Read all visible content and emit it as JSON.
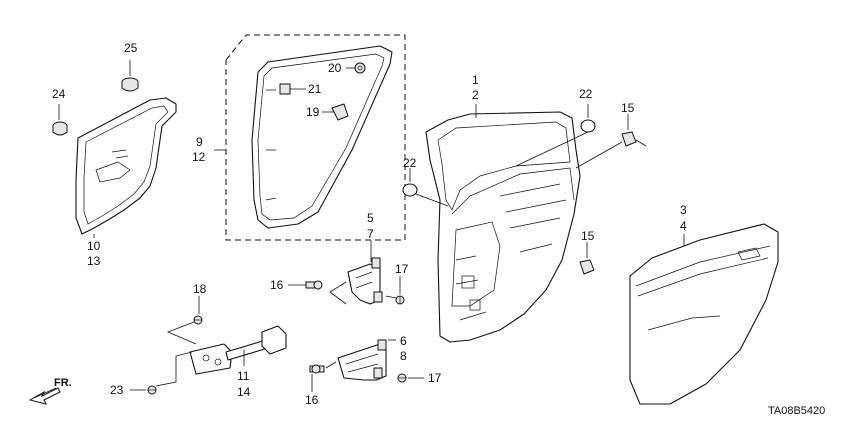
{
  "diagram_code": "TA08B5420",
  "direction_label": "FR.",
  "callouts": {
    "c1": "1",
    "c2": "2",
    "c3": "3",
    "c4": "4",
    "c5": "5",
    "c6": "6",
    "c7": "7",
    "c8": "8",
    "c9": "9",
    "c10": "10",
    "c11": "11",
    "c12": "12",
    "c13": "13",
    "c14": "14",
    "c15a": "15",
    "c15b": "15",
    "c16a": "16",
    "c16b": "16",
    "c17a": "17",
    "c17b": "17",
    "c18": "18",
    "c19": "19",
    "c20": "20",
    "c21": "21",
    "c22a": "22",
    "c22b": "22",
    "c23": "23",
    "c24": "24",
    "c25": "25"
  }
}
